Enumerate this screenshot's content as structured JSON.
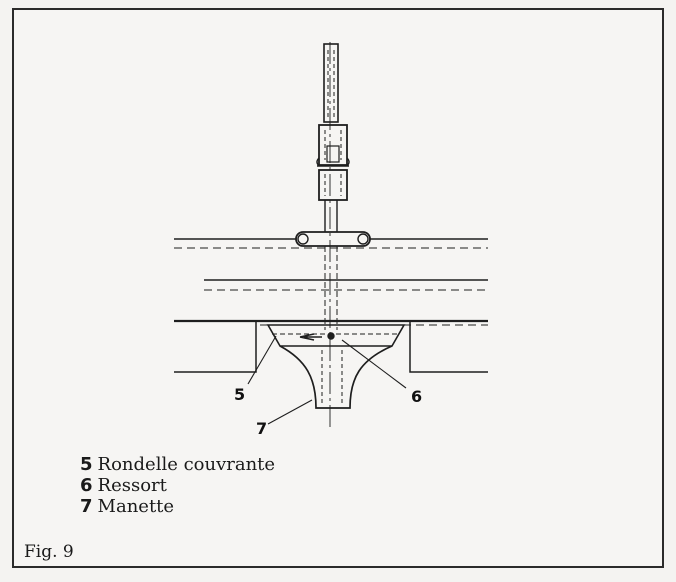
{
  "figure": {
    "caption": "Fig. 9",
    "callouts": [
      "5",
      "6",
      "7"
    ],
    "legend": [
      {
        "number": "5",
        "label": "Rondelle couvrante"
      },
      {
        "number": "6",
        "label": "Ressort"
      },
      {
        "number": "7",
        "label": "Manette"
      }
    ]
  }
}
